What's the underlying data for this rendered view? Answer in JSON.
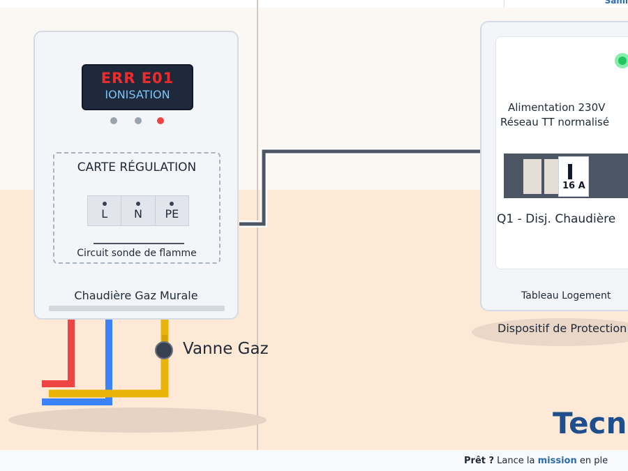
{
  "header": {
    "link_text": "Sami"
  },
  "boiler": {
    "display_error": "ERR E01",
    "display_sub": "IONISATION",
    "card_title": "CARTE RÉGULATION",
    "terminals": [
      "L",
      "N",
      "PE"
    ],
    "probe_label": "Circuit sonde de flamme",
    "name": "Chaudière Gaz Murale",
    "leds": [
      "#9aa3ad",
      "#9aa3ad",
      "#ef4444"
    ]
  },
  "gas": {
    "valve_label": "Vanne Gaz"
  },
  "panel": {
    "supply_line1": "Alimentation 230V",
    "supply_line2": "Réseau TT normalisé",
    "breaker_rating": "16 A",
    "breaker_label": "Q1 - Disj. Chaudière",
    "name": "Tableau Logement",
    "protection_label": "Dispositif de Protection"
  },
  "brand": {
    "text": "Tecn"
  },
  "footer": {
    "ready": "Prêt ?",
    "text_before": " Lance la ",
    "mission": "mission",
    "text_after": " en ple"
  },
  "colors": {
    "hot_pipe": "#ef4444",
    "cold_pipe": "#3b82f6",
    "gas_pipe": "#eab308",
    "status_ok": "#22c55e",
    "error": "#ef2b2b",
    "brand": "#1e4e8c"
  }
}
